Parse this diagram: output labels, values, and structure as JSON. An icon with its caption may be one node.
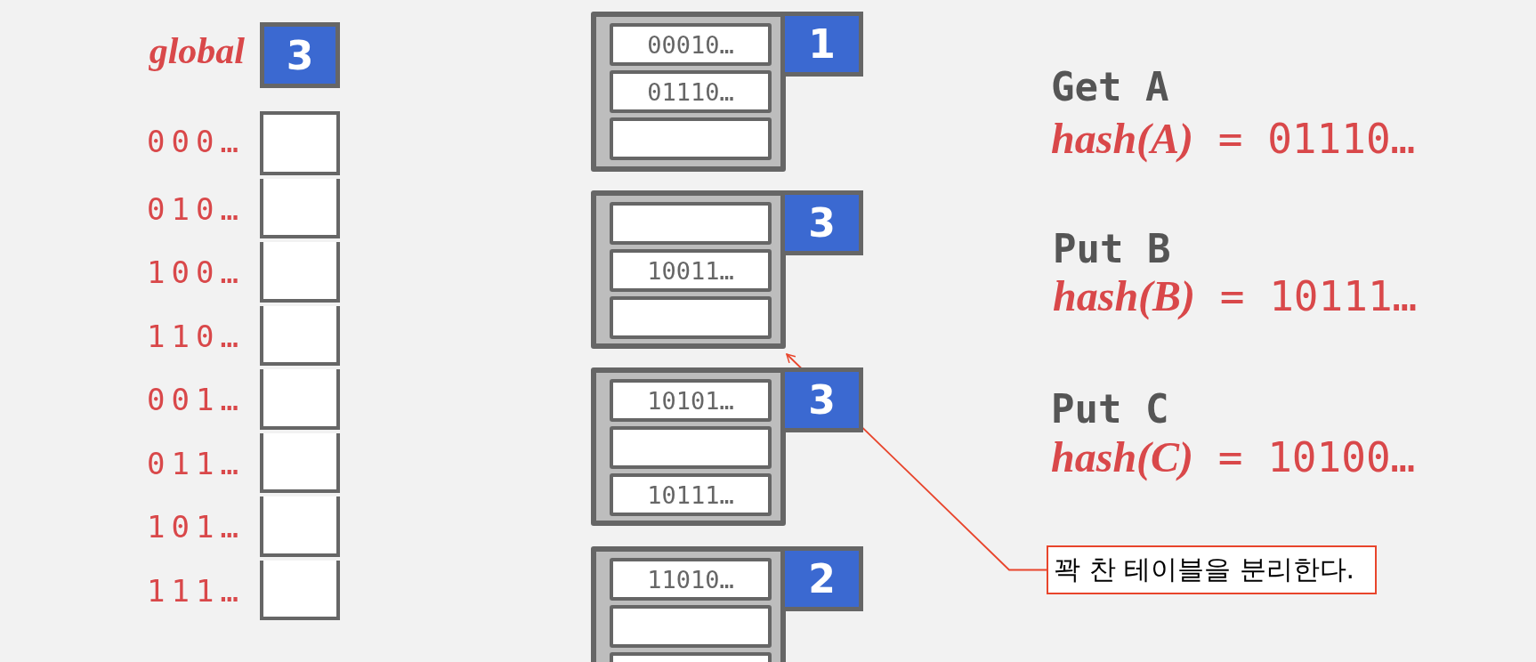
{
  "diagram": {
    "nodes": [
      {
        "text": [
          "3"
        ],
        "beside": [
          "global"
        ]
      },
      {
        "text": [],
        "shape": "box",
        "beside": [
          "000…"
        ]
      },
      {
        "text": [],
        "shape": "box",
        "beside": [
          "010…"
        ]
      },
      {
        "text": [],
        "shape": "box",
        "beside": [
          "100…"
        ]
      },
      {
        "text": [],
        "shape": "box",
        "beside": [
          "110…"
        ]
      },
      {
        "text": [],
        "shape": "box",
        "beside": [
          "001…"
        ]
      },
      {
        "text": [],
        "shape": "box",
        "beside": [
          "011…"
        ]
      },
      {
        "text": [],
        "shape": "box",
        "beside": [
          "101…"
        ]
      },
      {
        "text": [],
        "shape": "box",
        "beside": [
          "111…"
        ]
      },
      {
        "text": [],
        "shape": "box"
      },
      {
        "text": [
          "00010…"
        ],
        "in": 9
      },
      {
        "text": [
          "01110…"
        ],
        "in": 9
      },
      {
        "text": [],
        "shape": "box",
        "in": 9
      },
      {
        "text": [
          "1"
        ]
      },
      {
        "text": [],
        "shape": "box"
      },
      {
        "text": [],
        "shape": "box",
        "in": 14
      },
      {
        "text": [
          "10011…"
        ],
        "in": 14
      },
      {
        "text": [],
        "shape": "box",
        "in": 14
      },
      {
        "text": [
          "3"
        ]
      },
      {
        "text": [],
        "shape": "box"
      },
      {
        "text": [
          "10101…"
        ],
        "in": 19
      },
      {
        "text": [],
        "shape": "box",
        "in": 19
      },
      {
        "text": [
          "10111…"
        ],
        "in": 19
      },
      {
        "text": [
          "3"
        ]
      },
      {
        "text": [],
        "shape": "box"
      },
      {
        "text": [
          "11010…"
        ],
        "in": 24
      },
      {
        "text": [],
        "shape": "box",
        "in": 24
      },
      {
        "text": [],
        "shape": "box",
        "in": 24
      },
      {
        "text": [
          "2"
        ]
      },
      {
        "text": [
          "꽉 찬 테이블을 분리한다."
        ]
      }
    ],
    "edges": [
      {
        "from": 29,
        "to": 14,
        "arrow": "to"
      }
    ],
    "labels": [
      "Get A",
      "*hash(A)* = 01110…",
      "Put B",
      "*hash(B)* = 10111…",
      "Put C",
      "*hash(C)* = 10100…"
    ]
  }
}
